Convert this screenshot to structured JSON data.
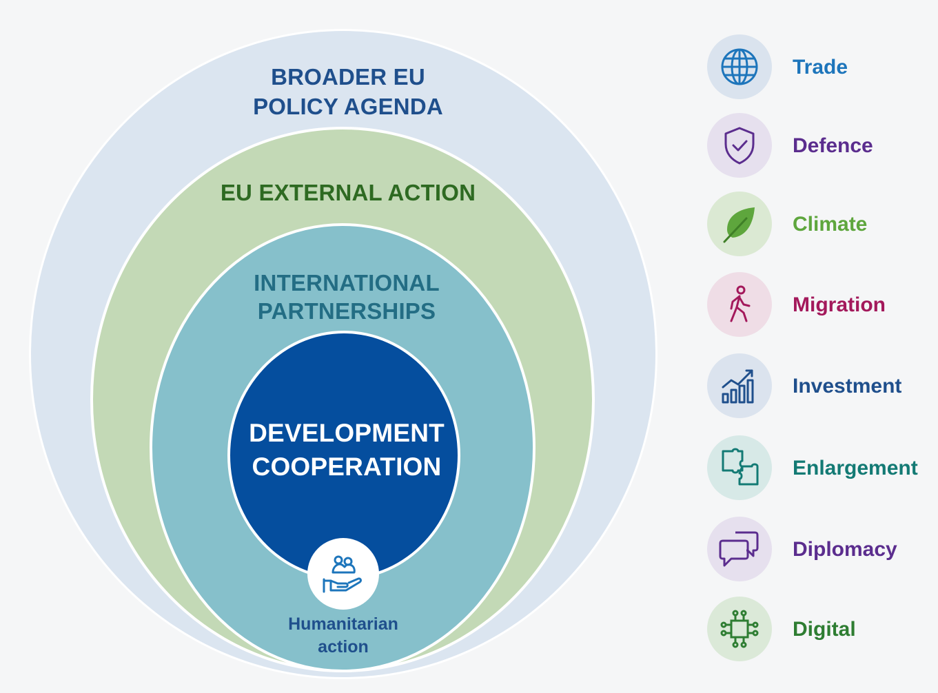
{
  "rings": {
    "broader": {
      "line1": "BROADER EU",
      "line2": "POLICY AGENDA"
    },
    "external": {
      "label": "EU EXTERNAL ACTION"
    },
    "international": {
      "line1": "INTERNATIONAL",
      "line2": "PARTNERSHIPS"
    },
    "development": {
      "line1": "DEVELOPMENT",
      "line2": "COOPERATION"
    }
  },
  "humanitarian": {
    "line1": "Humanitarian",
    "line2": "action",
    "icon": "helping-hand-icon"
  },
  "policies": [
    {
      "label": "Trade",
      "icon": "globe-icon",
      "color": "#1d75bb",
      "bg": "#dae3ee"
    },
    {
      "label": "Defence",
      "icon": "shield-check-icon",
      "color": "#5b2d8e",
      "bg": "#e6e0ee"
    },
    {
      "label": "Climate",
      "icon": "leaf-icon",
      "color": "#5ea63d",
      "bg": "#dbe9d3"
    },
    {
      "label": "Migration",
      "icon": "walking-person-icon",
      "color": "#a3195b",
      "bg": "#efdde6"
    },
    {
      "label": "Investment",
      "icon": "growth-chart-icon",
      "color": "#1f4f8c",
      "bg": "#dbe3ee"
    },
    {
      "label": "Enlargement",
      "icon": "puzzle-icon",
      "color": "#137a74",
      "bg": "#d7e9e7"
    },
    {
      "label": "Diplomacy",
      "icon": "speech-bubbles-icon",
      "color": "#5b2d8e",
      "bg": "#e6e0ee"
    },
    {
      "label": "Digital",
      "icon": "circuit-chip-icon",
      "color": "#2e7d32",
      "bg": "#dbe9d8"
    }
  ]
}
